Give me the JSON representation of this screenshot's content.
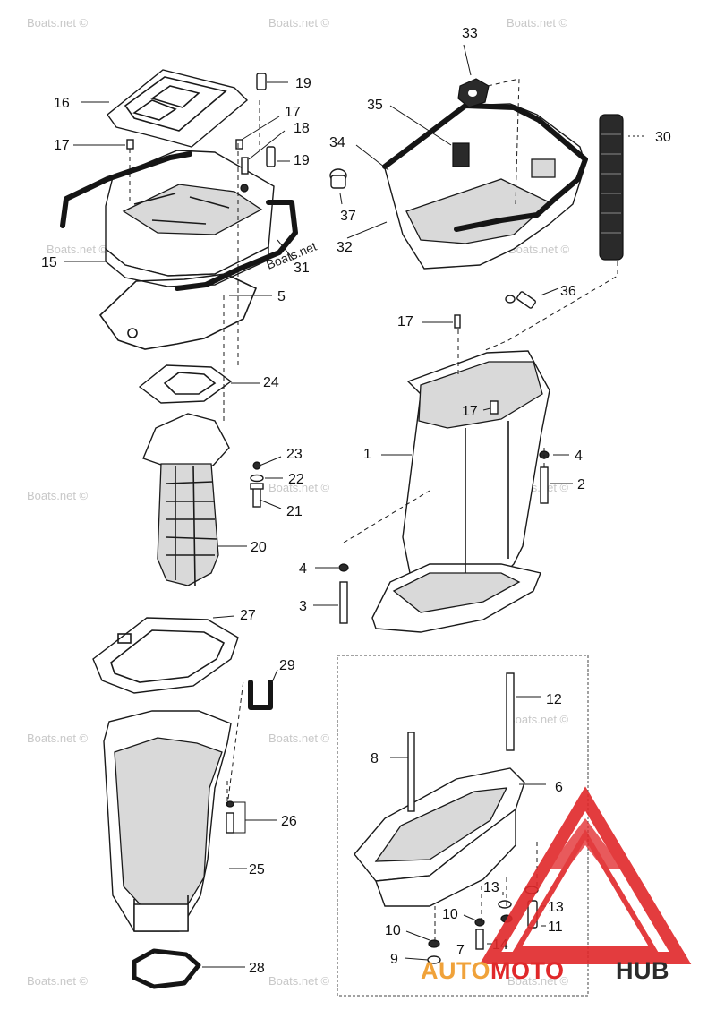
{
  "watermark": {
    "text": "Boats.net ©",
    "inline_text": "Boats.net"
  },
  "logo": {
    "text_auto": "AUTO",
    "text_moto": "MOTO",
    "text_hub": "HUB",
    "color_primary": "#e0282a",
    "color_secondary": "#f0a23a",
    "color_dark": "#2b2b2b"
  },
  "callouts": {
    "c1": "1",
    "c2": "2",
    "c3": "3",
    "c4a": "4",
    "c4b": "4",
    "c5": "5",
    "c6": "6",
    "c7": "7",
    "c8": "8",
    "c9": "9",
    "c10a": "10",
    "c10b": "10",
    "c11": "11",
    "c12": "12",
    "c13a": "13",
    "c13b": "13",
    "c14": "14",
    "c15": "15",
    "c16": "16",
    "c17a": "17",
    "c17b": "17",
    "c17c": "17",
    "c17d": "17",
    "c18": "18",
    "c19a": "19",
    "c19b": "19",
    "c20": "20",
    "c21": "21",
    "c22": "22",
    "c23": "23",
    "c24": "24",
    "c25": "25",
    "c26": "26",
    "c27": "27",
    "c28": "28",
    "c29": "29",
    "c30": "30",
    "c31": "31",
    "c32": "32",
    "c33": "33",
    "c34": "34",
    "c35": "35",
    "c36": "36",
    "c37": "37"
  }
}
